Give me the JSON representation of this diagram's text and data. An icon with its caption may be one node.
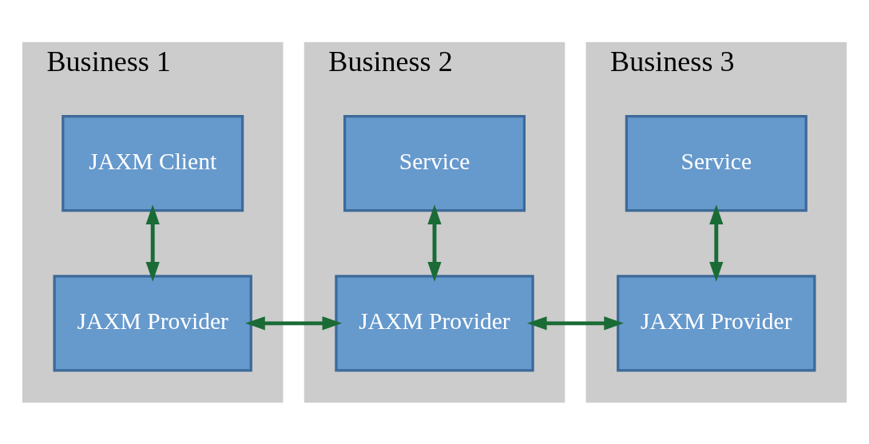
{
  "diagram": {
    "nodes": [
      {
        "text": [
          "Business 1"
        ]
      },
      {
        "text": [
          "JAXM Client"
        ],
        "in": 0
      },
      {
        "text": [
          "JAXM Provider"
        ],
        "in": 0
      },
      {
        "text": [
          "Business 2"
        ]
      },
      {
        "text": [
          "Service"
        ],
        "in": 3
      },
      {
        "text": [
          "JAXM Provider"
        ],
        "in": 3
      },
      {
        "text": [
          "Business 3"
        ]
      },
      {
        "text": [
          "Service"
        ],
        "in": 6
      },
      {
        "text": [
          "JAXM Provider"
        ],
        "in": 6
      }
    ],
    "edges": [
      {
        "from": 1,
        "to": 2,
        "arrow": "both"
      },
      {
        "from": 4,
        "to": 5,
        "arrow": "both"
      },
      {
        "from": 7,
        "to": 8,
        "arrow": "both"
      },
      {
        "from": 2,
        "to": 5,
        "arrow": "both"
      },
      {
        "from": 5,
        "to": 8,
        "arrow": "both"
      }
    ]
  }
}
